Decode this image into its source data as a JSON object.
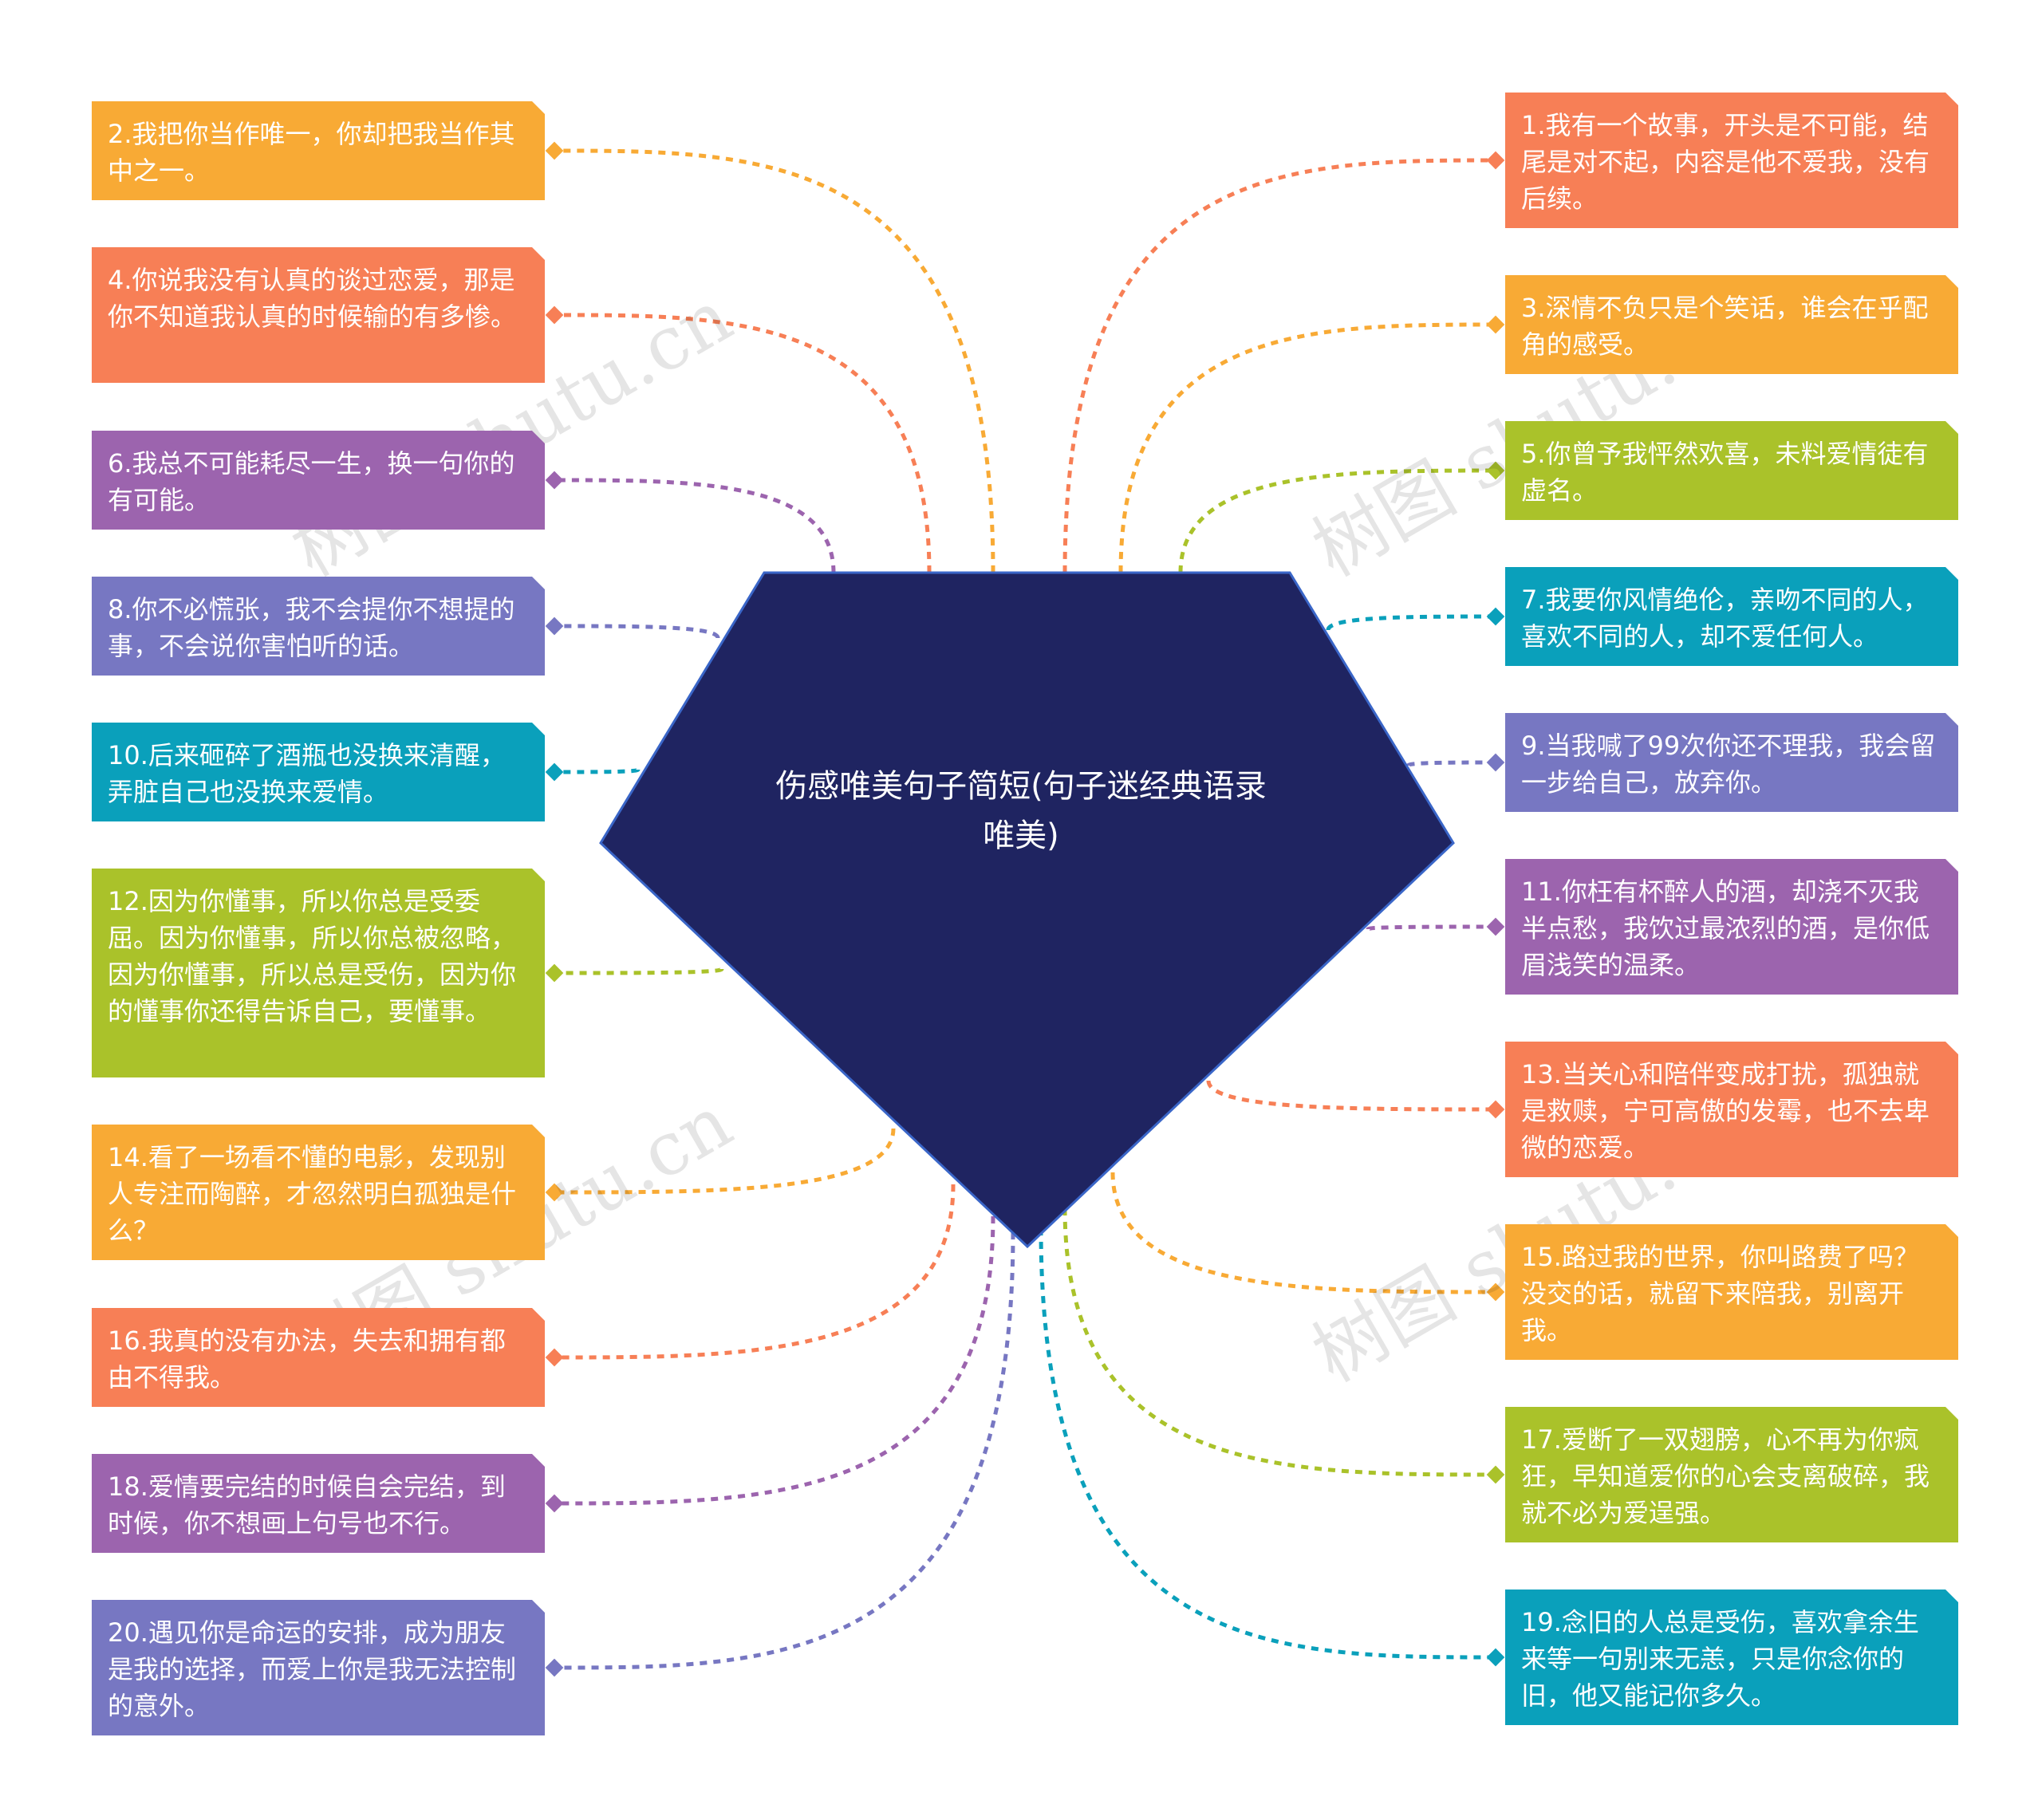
{
  "center": {
    "title": "伤感唯美句子简短(句子迷经典语录唯美)",
    "color": "#1f2461"
  },
  "watermark": "树图 shutu.cn",
  "nodes": [
    {
      "id": "n2",
      "side": "left",
      "color": "#f8aa35",
      "text": "2.我把你当作唯一，你却把我当作其中之一。"
    },
    {
      "id": "n4",
      "side": "left",
      "color": "#f77f56",
      "text": "4.你说我没有认真的谈过恋爱，那是你不知道我认真的时候输的有多惨。"
    },
    {
      "id": "n6",
      "side": "left",
      "color": "#9c64ae",
      "text": "6.我总不可能耗尽一生，换一句你的有可能。"
    },
    {
      "id": "n8",
      "side": "left",
      "color": "#7777c2",
      "text": "8.你不必慌张，我不会提你不想提的事，不会说你害怕听的话。"
    },
    {
      "id": "n10",
      "side": "left",
      "color": "#0aa0bb",
      "text": "10.后来砸碎了酒瓶也没换来清醒，弄脏自己也没换来爱情。"
    },
    {
      "id": "n12",
      "side": "left",
      "color": "#aac22a",
      "text": "12.因为你懂事，所以你总是受委屈。因为你懂事，所以你总被忽略，因为你懂事，所以总是受伤，因为你的懂事你还得告诉自己，要懂事。"
    },
    {
      "id": "n14",
      "side": "left",
      "color": "#f8aa35",
      "text": "14.看了一场看不懂的电影，发现别人专注而陶醉，才忽然明白孤独是什么？"
    },
    {
      "id": "n16",
      "side": "left",
      "color": "#f77f56",
      "text": "16.我真的没有办法，失去和拥有都由不得我。"
    },
    {
      "id": "n18",
      "side": "left",
      "color": "#9c64ae",
      "text": "18.爱情要完结的时候自会完结，到时候，你不想画上句号也不行。"
    },
    {
      "id": "n20",
      "side": "left",
      "color": "#7777c2",
      "text": "20.遇见你是命运的安排，成为朋友是我的选择，而爱上你是我无法控制的意外。"
    },
    {
      "id": "n1",
      "side": "right",
      "color": "#f77f56",
      "text": "1.我有一个故事，开头是不可能，结尾是对不起，内容是他不爱我，没有后续。"
    },
    {
      "id": "n3",
      "side": "right",
      "color": "#f8aa35",
      "text": "3.深情不负只是个笑话，谁会在乎配角的感受。"
    },
    {
      "id": "n5",
      "side": "right",
      "color": "#aac22a",
      "text": "5.你曾予我怦然欢喜，未料爱情徒有虚名。"
    },
    {
      "id": "n7",
      "side": "right",
      "color": "#0aa0bb",
      "text": "7.我要你风情绝伦，亲吻不同的人，喜欢不同的人，却不爱任何人。"
    },
    {
      "id": "n9",
      "side": "right",
      "color": "#7777c2",
      "text": "9.当我喊了99次你还不理我，我会留一步给自己，放弃你。"
    },
    {
      "id": "n11",
      "side": "right",
      "color": "#9c64ae",
      "text": "11.你枉有杯醉人的酒，却浇不灭我半点愁，我饮过最浓烈的酒，是你低眉浅笑的温柔。"
    },
    {
      "id": "n13",
      "side": "right",
      "color": "#f77f56",
      "text": "13.当关心和陪伴变成打扰，孤独就是救赎，宁可高傲的发霉，也不去卑微的恋爱。"
    },
    {
      "id": "n15",
      "side": "right",
      "color": "#f8aa35",
      "text": "15.路过我的世界，你叫路费了吗？没交的话，就留下来陪我，别离开我。"
    },
    {
      "id": "n17",
      "side": "right",
      "color": "#aac22a",
      "text": "17.爱断了一双翅膀，心不再为你疯狂，早知道爱你的心会支离破碎，我就不必为爱逞强。"
    },
    {
      "id": "n19",
      "side": "right",
      "color": "#0aa0bb",
      "text": "19.念旧的人总是受伤，喜欢拿余生来等一句别来无恙，只是你念你的旧，他又能记你多久。"
    }
  ]
}
